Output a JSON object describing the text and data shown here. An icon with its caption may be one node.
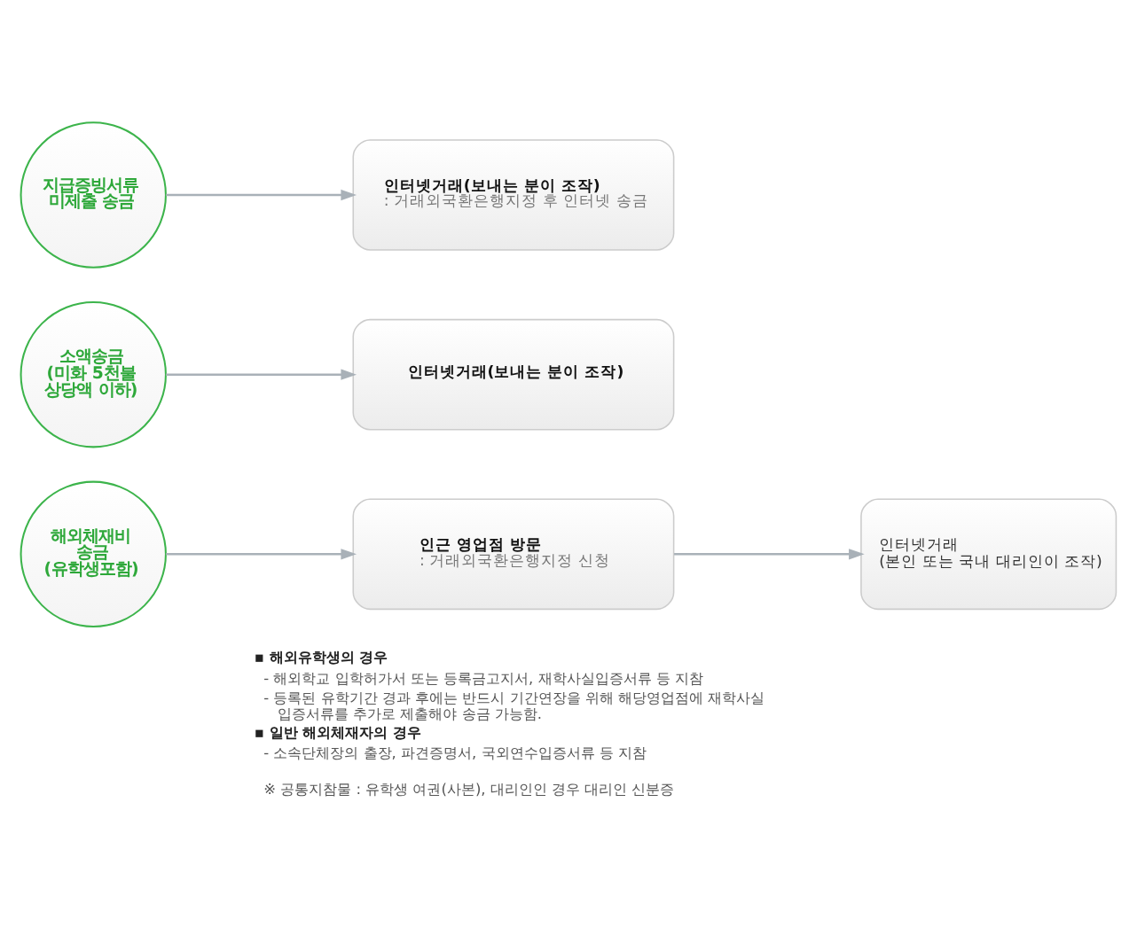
{
  "diagram": {
    "nodes": [
      {
        "text": [
          "지급증빙서류 미제출 송금"
        ]
      },
      {
        "text": [
          "인터넷거래(보내는 분이 조작)",
          ": 거래외국환은행지정 후 인터넷 송금"
        ]
      },
      {
        "text": [
          "소액송금 (미화 5천불 상당액 이하)"
        ]
      },
      {
        "text": [
          "인터넷거래(보내는 분이 조작)"
        ]
      },
      {
        "text": [
          "해외체재비 송금 (유학생포함)"
        ]
      },
      {
        "text": [
          "인근 영업점 방문",
          ": 거래외국환은행지정 신청"
        ]
      },
      {
        "text": [
          "인터넷거래",
          "(본인 또는 국내 대리인이 조작)"
        ]
      }
    ],
    "edges": [
      {
        "from": 0,
        "to": 1,
        "arrow": "to"
      },
      {
        "from": 2,
        "to": 3,
        "arrow": "to"
      },
      {
        "from": 4,
        "to": 5,
        "arrow": "to"
      },
      {
        "from": 5,
        "to": 6,
        "arrow": "to"
      }
    ],
    "labels": [
      "▪ 해외유학생의 경우",
      "- 해외학교 입학허가서 또는 등록금고지서, 재학사실입증서류 등 지참",
      "- 등록된 유학기간 경과 후에는 반드시 기간연장을 위해 해당영업점에 재학사실 입증서류를 추가로 제출해야 송금 가능함.",
      "▪ 일반 해외체재자의 경우",
      "- 소속단체장의 출장, 파견증명서, 국외연수입증서류 등 지참",
      "※ 공통지참물 : 유학생 여권(사본), 대리인인 경우 대리인 신분증"
    ]
  }
}
